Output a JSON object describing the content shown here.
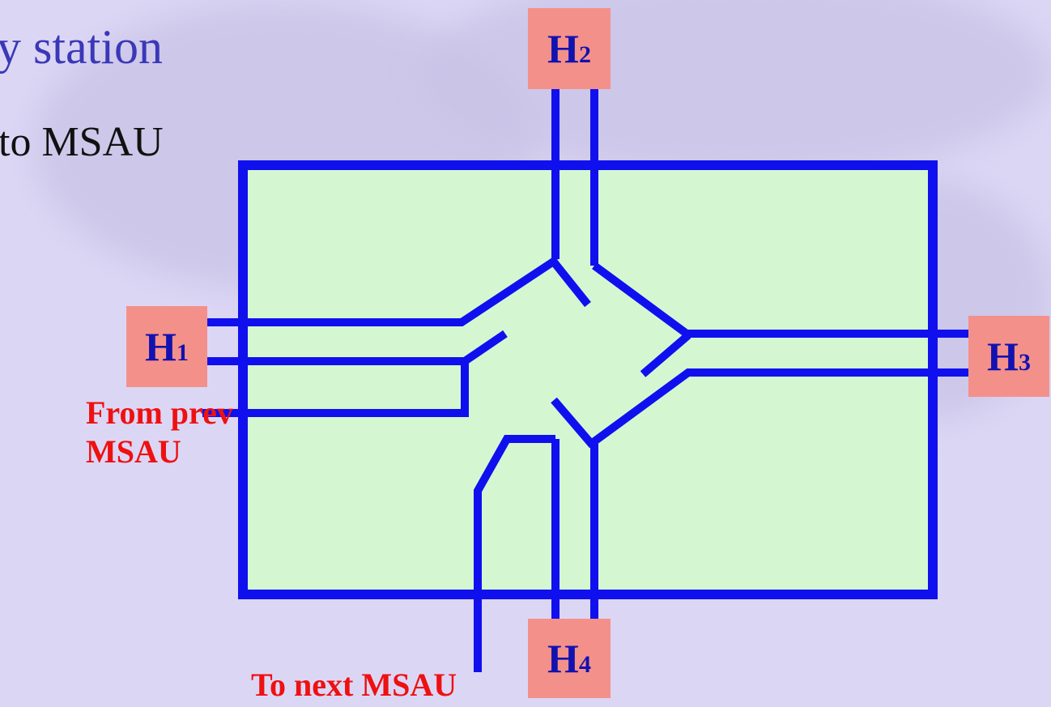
{
  "slide": {
    "title_fragment": "y station",
    "bullet_fragment": "to MSAU"
  },
  "hosts": [
    {
      "id": "h1",
      "letter": "H",
      "sub": "1"
    },
    {
      "id": "h2",
      "letter": "H",
      "sub": "2"
    },
    {
      "id": "h3",
      "letter": "H",
      "sub": "3"
    },
    {
      "id": "h4",
      "letter": "H",
      "sub": "4"
    }
  ],
  "labels": {
    "from_prev_line1": "From prev",
    "from_prev_line2": "MSAU",
    "to_next": "To next MSAU"
  },
  "colors": {
    "background": "#dcd6f5",
    "msau_box_fill": "#d4f7d2",
    "wire": "#1010ee",
    "host_box": "#f4908a",
    "host_text": "#1212b0",
    "label_red": "#ee1111"
  }
}
